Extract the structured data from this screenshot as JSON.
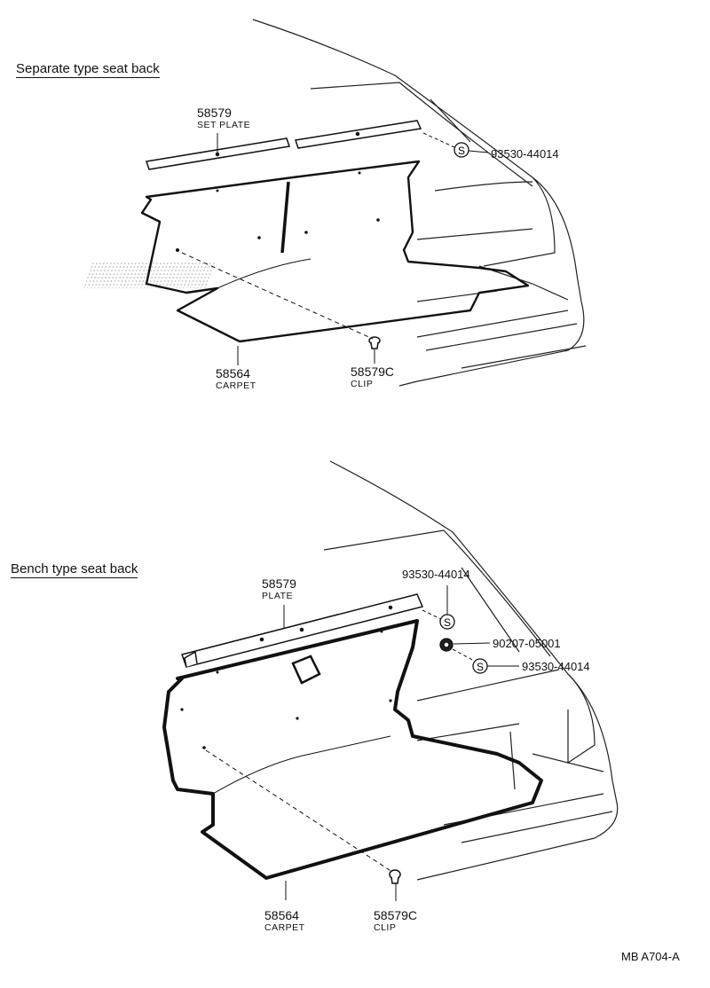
{
  "sections": [
    {
      "title": "Separate type seat back",
      "plate": {
        "part_no": "58579",
        "name": "SET PLATE"
      },
      "screw_part_no": "93530-44014",
      "carpet": {
        "part_no": "58564",
        "name": "CARPET"
      },
      "clip": {
        "part_no": "58579C",
        "name": "CLIP"
      },
      "symbol": "S"
    },
    {
      "title": "Bench type seat back",
      "plate": {
        "part_no": "58579",
        "name": "PLATE"
      },
      "screw_upper_part_no": "93530-44014",
      "nut_part_no": "90207-05001",
      "screw_lower_part_no": "93530-44014",
      "carpet": {
        "part_no": "58564",
        "name": "CARPET"
      },
      "clip": {
        "part_no": "58579C",
        "name": "CLIP"
      },
      "symbol": "S"
    }
  ],
  "diagram_code": "MB A704-A"
}
